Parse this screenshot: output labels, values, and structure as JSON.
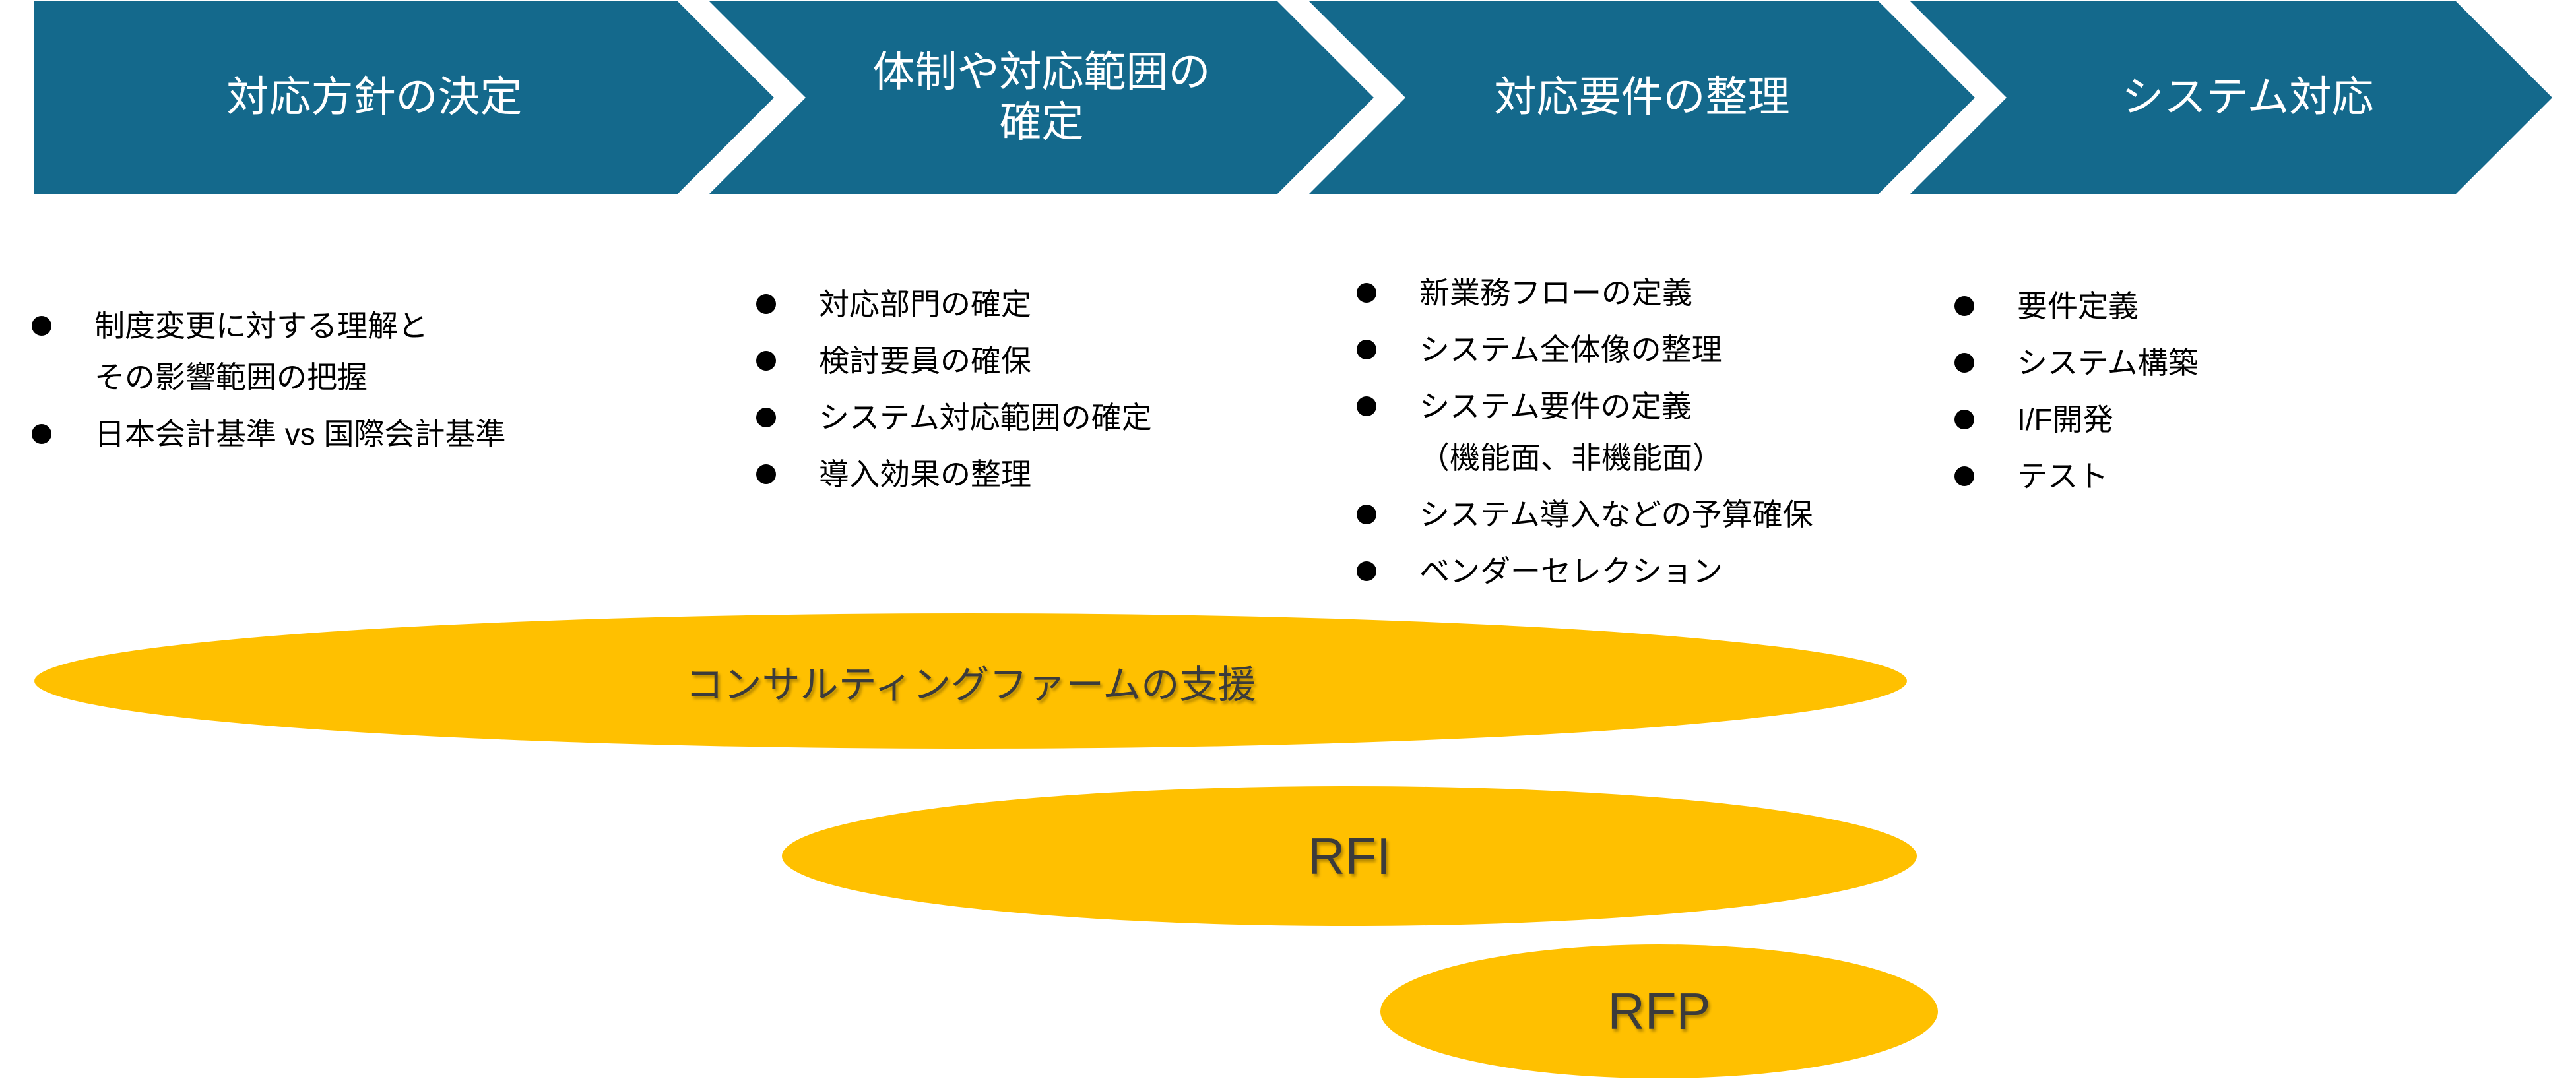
{
  "colors": {
    "chevron_fill": "#14698C",
    "chevron_text": "#FFFFFF",
    "ellipse_fill": "#FFC000",
    "ellipse_text": "#3B3B3B",
    "bullet_text": "#000000",
    "background": "#FFFFFF"
  },
  "stages": [
    {
      "label": "対応方針の決定",
      "items": [
        {
          "lines": [
            "制度変更に対する理解と",
            "その影響範囲の把握"
          ]
        },
        {
          "lines": [
            "日本会計基準 vs 国際会計基準"
          ]
        }
      ]
    },
    {
      "label": "体制や対応範囲の\n確定",
      "items": [
        {
          "lines": [
            "対応部門の確定"
          ]
        },
        {
          "lines": [
            "検討要員の確保"
          ]
        },
        {
          "lines": [
            "システム対応範囲の確定"
          ]
        },
        {
          "lines": [
            "導入効果の整理"
          ]
        }
      ]
    },
    {
      "label": "対応要件の整理",
      "items": [
        {
          "lines": [
            "新業務フローの定義"
          ]
        },
        {
          "lines": [
            "システム全体像の整理"
          ]
        },
        {
          "lines": [
            "システム要件の定義",
            "（機能面、非機能面）"
          ]
        },
        {
          "lines": [
            "システム導入などの予算確保"
          ]
        },
        {
          "lines": [
            "ベンダーセレクション"
          ]
        }
      ]
    },
    {
      "label": "システム対応",
      "items": [
        {
          "lines": [
            "要件定義"
          ]
        },
        {
          "lines": [
            "システム構築"
          ]
        },
        {
          "lines": [
            "I/F開発"
          ]
        },
        {
          "lines": [
            "テスト"
          ]
        }
      ]
    }
  ],
  "ellipses": [
    {
      "label": "コンサルティングファームの支援"
    },
    {
      "label": "RFI"
    },
    {
      "label": "RFP"
    }
  ]
}
